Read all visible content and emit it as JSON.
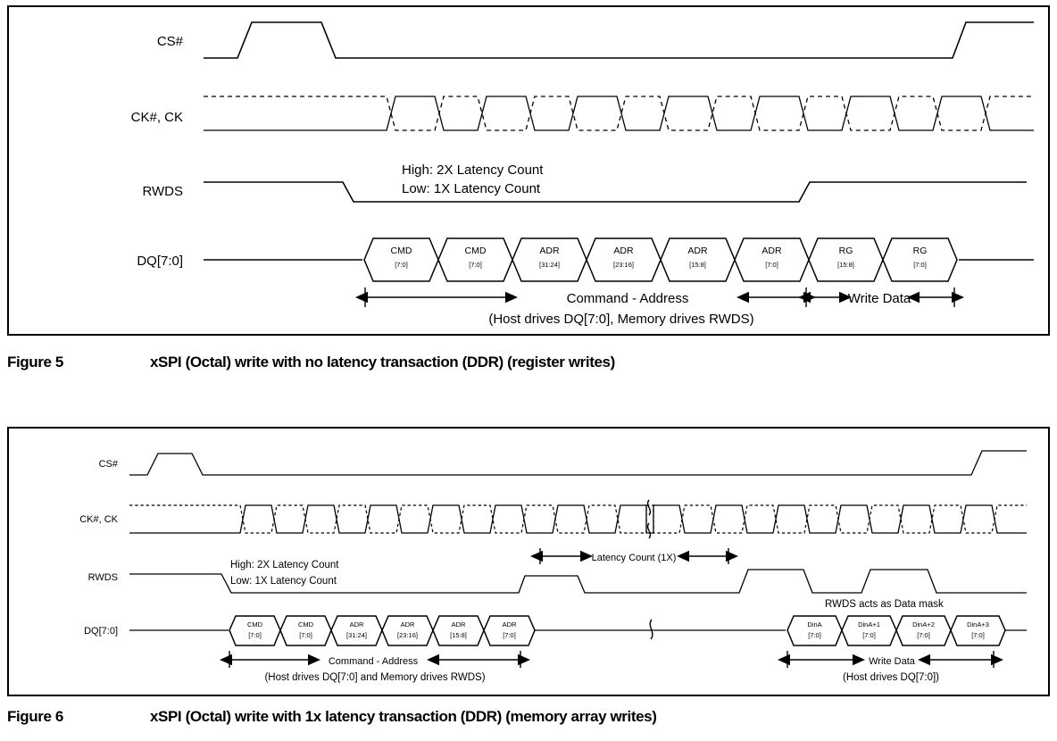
{
  "document": {
    "type": "datasheet-timing-figures",
    "background": "#ffffff",
    "line_color": "#000000"
  },
  "figure5": {
    "caption_number": "Figure 5",
    "caption_text": "xSPI (Octal) write with no latency transaction (DDR) (register writes)",
    "signals": [
      {
        "name": "CS#",
        "label": "CS#"
      },
      {
        "name": "CK#, CK",
        "label": "CK#, CK"
      },
      {
        "name": "RWDS",
        "label": "RWDS"
      },
      {
        "name": "DQ[7:0]",
        "label": "DQ[7:0]"
      }
    ],
    "rwds_notes": [
      "High: 2X Latency Count",
      "Low: 1X Latency Count"
    ],
    "dq_boxes": [
      {
        "top": "CMD",
        "bottom": "[7:0]"
      },
      {
        "top": "CMD",
        "bottom": "[7:0]"
      },
      {
        "top": "ADR",
        "bottom": "[31:24]"
      },
      {
        "top": "ADR",
        "bottom": "[23:16]"
      },
      {
        "top": "ADR",
        "bottom": "[15:8]"
      },
      {
        "top": "ADR",
        "bottom": "[7:0]"
      },
      {
        "top": "RG",
        "bottom": "[15:8]"
      },
      {
        "top": "RG",
        "bottom": "[7:0]"
      }
    ],
    "spans": [
      {
        "label": "Command - Address"
      },
      {
        "label": "Write Data"
      }
    ],
    "footnote": "(Host drives DQ[7:0], Memory drives RWDS)",
    "clock_cycles": 8
  },
  "figure6": {
    "caption_number": "Figure 6",
    "caption_text": "xSPI (Octal) write with 1x latency transaction (DDR) (memory array writes)",
    "signals": [
      {
        "name": "CS#",
        "label": "CS#"
      },
      {
        "name": "CK#, CK",
        "label": "CK#, CK"
      },
      {
        "name": "RWDS",
        "label": "RWDS"
      },
      {
        "name": "DQ[7:0]",
        "label": "DQ[7:0]"
      }
    ],
    "rwds_notes": [
      "High: 2X Latency Count",
      "Low: 1X Latency Count"
    ],
    "latency_span_label": "Latency Count (1X)",
    "data_mask_note": "RWDS acts as Data mask",
    "dq_boxes_left": [
      {
        "top": "CMD",
        "bottom": "[7:0]"
      },
      {
        "top": "CMD",
        "bottom": "[7:0]"
      },
      {
        "top": "ADR",
        "bottom": "[31:24]"
      },
      {
        "top": "ADR",
        "bottom": "[23:16]"
      },
      {
        "top": "ADR",
        "bottom": "[15:8]"
      },
      {
        "top": "ADR",
        "bottom": "[7:0]"
      }
    ],
    "dq_boxes_right": [
      {
        "top": "DinA",
        "bottom": "[7:0]"
      },
      {
        "top": "DinA+1",
        "bottom": "[7:0]"
      },
      {
        "top": "DinA+2",
        "bottom": "[7:0]"
      },
      {
        "top": "DinA+3",
        "bottom": "[7:0]"
      }
    ],
    "spans": [
      {
        "label": "Command - Address"
      },
      {
        "label": "Write Data"
      }
    ],
    "footnote_left": "(Host drives DQ[7:0] and Memory drives RWDS)",
    "footnote_right": "(Host drives DQ[7:0])",
    "break_symbol": "waveform-break",
    "clock_cycles": 16
  }
}
